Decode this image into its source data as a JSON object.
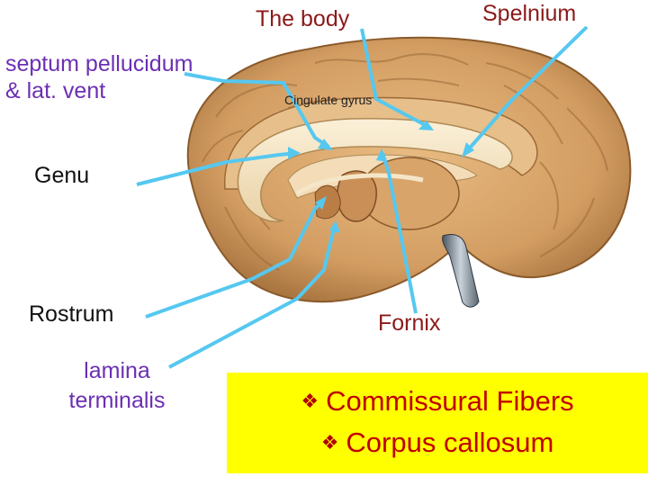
{
  "labels": {
    "body": "The body",
    "splenium": "Spelnium",
    "septum_line1": "septum pellucidum",
    "septum_line2": "& lat. vent",
    "cingulate": "Cingulate gyrus",
    "genu": "Genu",
    "rostrum": "Rostrum",
    "fornix": "Fornix",
    "lamina_line1": "lamina",
    "lamina_line2": "terminalis"
  },
  "box": {
    "bullet": "❖",
    "line1": "Commissural Fibers",
    "line2": "Corpus callosum"
  },
  "colors": {
    "pointer": "#55c8f0",
    "box_background": "#ffff00",
    "box_text": "#c00000",
    "brain": "#d9a66b",
    "label_maroon": "#8b1a1a",
    "label_purple": "#6b2fb3"
  }
}
